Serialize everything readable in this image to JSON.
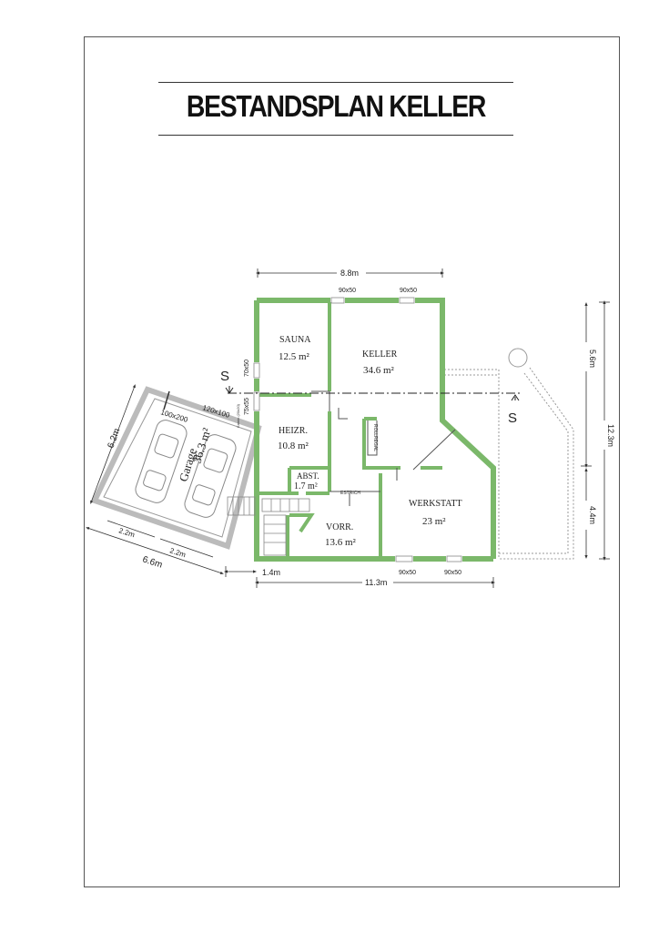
{
  "title": "BESTANDSPLAN KELLER",
  "section_mark": "S",
  "rooms": {
    "sauna": {
      "name": "SAUNA",
      "area": "12.5 m²"
    },
    "keller": {
      "name": "KELLER",
      "area": "34.6 m²"
    },
    "heizr": {
      "name": "HEIZR.",
      "area": "10.8 m²"
    },
    "abst": {
      "name": "ABST.",
      "area": "1.7 m²"
    },
    "vorr": {
      "name": "VORR.",
      "area": "13.6 m²"
    },
    "werkstatt": {
      "name": "WERKSTATT",
      "area": "23 m²"
    },
    "garage": {
      "name": "Garage",
      "area": "36.3 m²"
    }
  },
  "dimensions": {
    "top_width": "8.8m",
    "bottom_width": "11.3m",
    "bottom_offset": "1.4m",
    "right_total": "12.3m",
    "right_upper": "5.6m",
    "right_lower": "4.4m",
    "garage_depth": "6.2m",
    "garage_width": "6.6m",
    "garage_seg_a": "2.2m",
    "garage_seg_b": "2.2m"
  },
  "openings": {
    "top_window_1": "90x50",
    "top_window_2": "90x50",
    "bottom_window_1": "90x50",
    "bottom_window_2": "90x50",
    "left_window_1": "70x50",
    "left_window_2": "75x55",
    "garage_window_1": "100x200",
    "garage_window_2": "120x100"
  },
  "labels": {
    "estrich": "ESTRICH",
    "rollregal": "ROLLREGAL",
    "kamin": "Kamin (20x20)"
  },
  "colors": {
    "wall": "#7bb86a",
    "line": "#333333"
  }
}
